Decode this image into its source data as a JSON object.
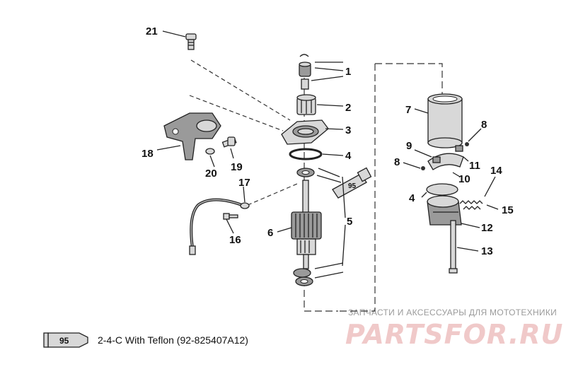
{
  "callouts": {
    "c1": "1",
    "c2": "2",
    "c3": "3",
    "c4a": "4",
    "c4b": "4",
    "c5": "5",
    "c6": "6",
    "c7": "7",
    "c8a": "8",
    "c8b": "8",
    "c9": "9",
    "c10": "10",
    "c11": "11",
    "c12": "12",
    "c13": "13",
    "c14": "14",
    "c15": "15",
    "c16": "16",
    "c17": "17",
    "c18": "18",
    "c19": "19",
    "c20": "20",
    "c21": "21"
  },
  "tube_label": "95",
  "legend": {
    "tube_label": "95",
    "text": "2-4-C  With Teflon (92-825407A12)"
  },
  "watermark": {
    "subtitle": "ЗАПЧАСТИ И АКСЕССУАРЫ ДЛЯ МОТОТЕХНИКИ",
    "brand": "PARTSFOR.RU"
  }
}
